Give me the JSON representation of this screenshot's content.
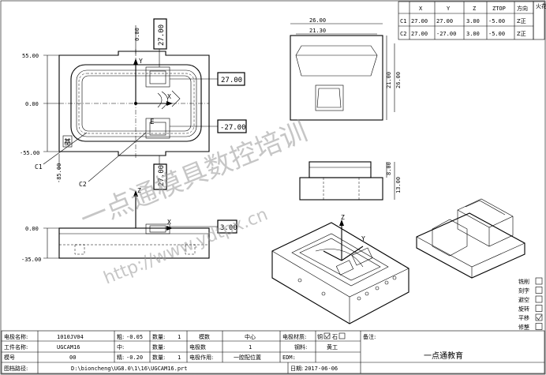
{
  "drawing": {
    "top_dims": {
      "y_top": "55.00",
      "y_mid": "0.00",
      "y_bot": "-55.00",
      "x_top": "0.00",
      "x_bot": "-85.00"
    },
    "front_dims": {
      "z_top": "0.00",
      "z_bot": "-35.00"
    },
    "callouts": {
      "c1_y": "27.00",
      "c2_y": "-27.00",
      "c1_x": "27.00",
      "c2_x": "27.00",
      "z": "3.00"
    },
    "labels": {
      "c1": "C1",
      "c2": "C2",
      "axis_x": "X",
      "axis_y": "Y",
      "axis_z": "Z",
      "side_mark": "基",
      "e_mark": "E"
    },
    "detail_dims": {
      "w1": "26.00",
      "w2": "21.30",
      "h1": "21.00",
      "h2": "26.00",
      "s1": "8.00",
      "s2": "13.00"
    }
  },
  "coord_table": {
    "headers": [
      "",
      "X",
      "Y",
      "Z",
      "ZTOP",
      "方向"
    ],
    "rows": [
      [
        "C1",
        "27.00",
        "27.00",
        "3.00",
        "-5.00",
        "Z正"
      ],
      [
        "C2",
        "27.00",
        "-27.00",
        "3.00",
        "-5.00",
        "Z正"
      ]
    ],
    "side_label": "火花位"
  },
  "watermark": {
    "text": "一点通模具数控培训",
    "url": "http://www.ydtpx.cn"
  },
  "process_list": {
    "items": [
      "铣削",
      "刻字",
      "避空",
      "旋转",
      "平移",
      "修整"
    ],
    "checked": [
      false,
      false,
      false,
      false,
      true,
      false
    ]
  },
  "title_block": {
    "electrode_name_label": "电极名称:",
    "electrode_name": "1010JV04",
    "spark_rough_label": "粗:",
    "spark_rough": "-0.05",
    "qty_label": "数量:",
    "qty_rough": "1",
    "mold_no_label": "模数",
    "mold_mid": "中心",
    "electrode_mat_label": "电极材质:",
    "mat_copper": "铜",
    "mat_copper_checked": true,
    "mat_graphite": "石",
    "notes_label": "备注:",
    "part_name_label": "工件名称:",
    "part_name": "UGCAM16",
    "spark_mid_label": "中:",
    "spark_mid": "",
    "qty_mid": "",
    "electrode_count_label": "电极数",
    "electrode_count": "1",
    "steel_label": "钢料:",
    "steel": "黄工",
    "company": "一点通教育",
    "mold_no_label2": "模号",
    "mold_no": "00",
    "spark_fine_label": "精:",
    "spark_fine": "-0.20",
    "qty_fine": "1",
    "electrode_use_label": "电极作用:",
    "electrode_use": "一腔配位置",
    "edm_label": "EDM:",
    "path_label": "图档路径:",
    "path": "D:\\bioncheng\\UG8.0\\1\\16\\UGCAM16.prt",
    "date_label": "日期:",
    "date": "2017-06-06"
  }
}
